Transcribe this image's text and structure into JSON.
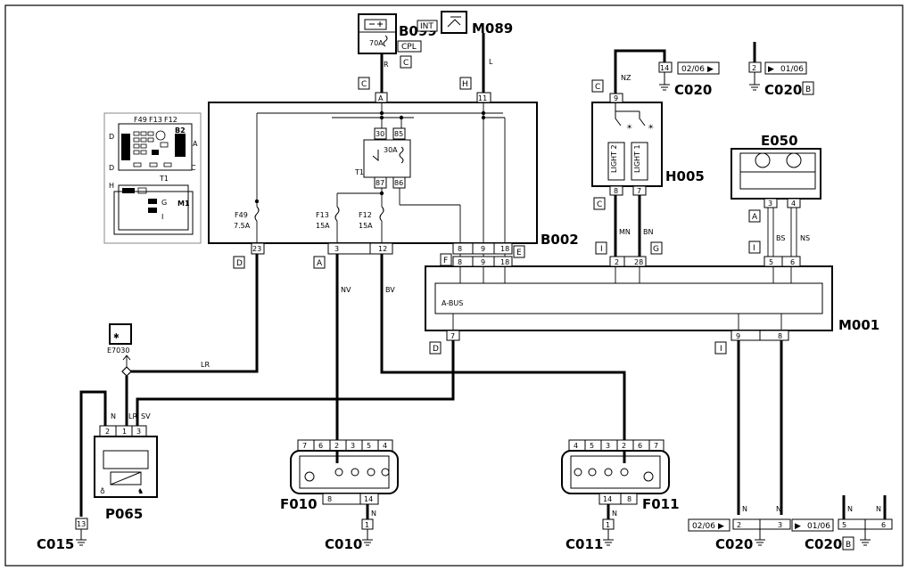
{
  "components": {
    "B099": "B099",
    "M089": "M089",
    "B002": "B002",
    "M001": "M001",
    "H005": "H005",
    "E050": "E050",
    "P065": "P065",
    "F010": "F010",
    "F011": "F011",
    "C015": "C015",
    "C010": "C010",
    "C011": "C011",
    "C020": "C020",
    "E7030": "E7030"
  },
  "tags": {
    "A": "A",
    "B": "B",
    "C": "C",
    "D": "D",
    "E": "E",
    "F": "F",
    "G": "G",
    "H": "H",
    "I": "I"
  },
  "labels": {
    "fuse70": "70A",
    "cpl": "CPL",
    "int": "INT",
    "relay30a": "30A",
    "t1": "T1",
    "f49": "F49",
    "f49a": "7.5A",
    "f13": "F13",
    "f13a": "15A",
    "f12": "F12",
    "f12a": "15A",
    "abus": "A-BUS",
    "light1": "LIGHT 1",
    "light2": "LIGHT 2",
    "ref0206": "02/06",
    "ref0106": "01/06",
    "inset_b2": "B2",
    "inset_m1": "M1",
    "inset_t1": "T1",
    "inset_f49": "F49",
    "inset_f13": "F13",
    "inset_f12": "F12"
  },
  "wires": {
    "R": "R",
    "L": "L",
    "NZ": "NZ",
    "MN": "MN",
    "BN": "BN",
    "BS": "BS",
    "NS": "NS",
    "NV": "NV",
    "BV": "BV",
    "LR": "LR",
    "N": "N",
    "SV": "SV"
  },
  "pins": {
    "p2": "2",
    "p3": "3",
    "p4": "4",
    "p5": "5",
    "p6": "6",
    "p7": "7",
    "p8": "8",
    "p9": "9",
    "p11": "11",
    "p12": "12",
    "p13": "13",
    "p14": "14",
    "p18": "18",
    "p1": "1",
    "p23": "23",
    "p28": "28",
    "p30": "30",
    "p85": "85",
    "p86": "86",
    "p87": "87"
  }
}
